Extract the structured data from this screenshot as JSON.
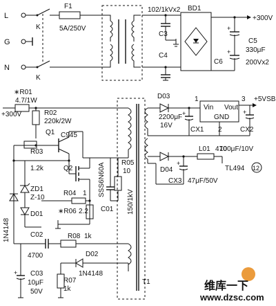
{
  "labels": {
    "L": "L",
    "G": "G",
    "N": "N",
    "K_top": "K",
    "K_bottom": "K",
    "F1": "F1",
    "F1_rating": "5A/250V",
    "cap_xy": "102/1kVx2",
    "BD1": "BD1",
    "C3": "C3",
    "C4": "C4",
    "plus300_top": "+300V",
    "C5": "C5",
    "C5_value": "330μF",
    "C6": "C6",
    "C5_rating": "200Vx2",
    "R01": "∗R01",
    "R01_value": "4.7/1W",
    "plus300_left": "+300V",
    "R02": "R02",
    "R02_value": "220k/2W",
    "Q1": "Q1",
    "C945": "C945",
    "R03": "R03",
    "R03_value": "1.2k",
    "Q2": "Q2",
    "R04": "R04",
    "R04_value": "1",
    "SSS6N60A": "SSS6N60A",
    "R05": "R05",
    "R05_value": "10",
    "R06": "∗R06",
    "R06_value": "2.2",
    "C01": "C01",
    "ZD1": "ZD1",
    "ZD1_value": "Z-10",
    "D01": "D01",
    "IN4148_left": "1N4148",
    "C02": "C02",
    "C02_value": "4700",
    "R08": "R08",
    "R08_value": "1k",
    "D02": "D02",
    "IN4148_bottom": "1N4148",
    "C03": "C03",
    "C03_value": "10μF",
    "C03_rating": "50V",
    "R07": "R07",
    "R07_value": "1k",
    "T1": "T1",
    "cap_150": "150/1kV",
    "D03": "D03",
    "cap_2200": "2200μF",
    "cap_16V": "16V",
    "CX1": "CX1",
    "Vin": "Vin",
    "GND": "GND",
    "Vout": "Vout",
    "pin1": "1",
    "pin2": "2",
    "pin3": "3",
    "plus5VSB": "+5VSB",
    "CX2": "CX2",
    "CX2_value": "100μF/10V",
    "D04": "D04",
    "L01": "L01",
    "L01_value": "470",
    "CX3": "CX3",
    "CX3_value": "47μF/50V",
    "TL494": "TL494",
    "pin12": "12",
    "watermark_url": "www.dzsc.com"
  },
  "colors": {
    "ink": "#111111",
    "watermark_red": "#d0202a",
    "watermark_orange": "#e88a1a"
  }
}
